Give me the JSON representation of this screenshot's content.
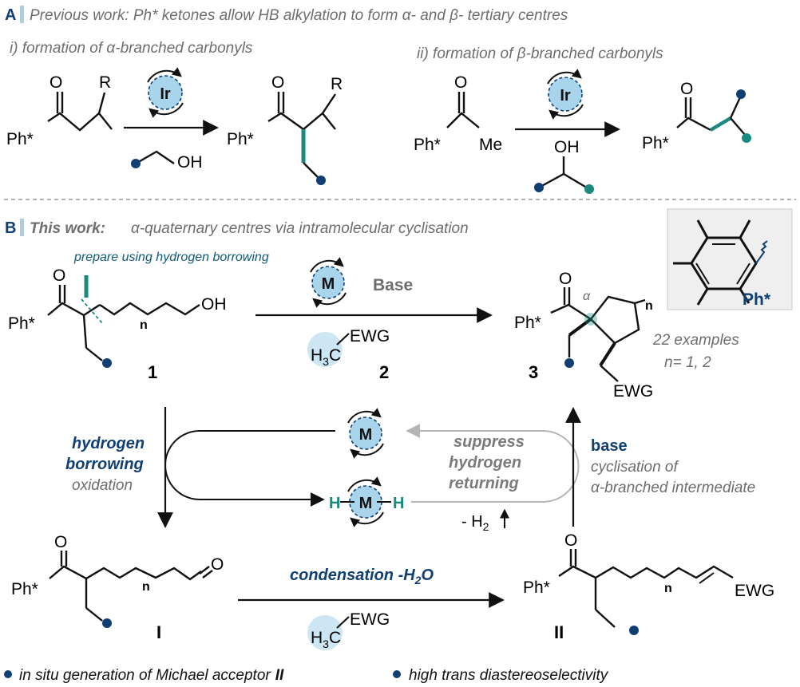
{
  "colors": {
    "navy": "#0f3f73",
    "teal": "#1a8a80",
    "gray": "#6d6d6d",
    "light_gray": "#b5b5b5",
    "circle_fill": "#a8d4ec",
    "highlight_fill": "#cce6f3",
    "section_bar": "#a9cfe4",
    "inset_bg": "#efefef"
  },
  "icons": [
    "catalyst-ir-icon",
    "catalyst-m-icon",
    "bond-dot-icon",
    "arrow-right-icon",
    "arrow-down-icon",
    "arrow-up-icon",
    "squiggle-bond-icon"
  ],
  "section_a": {
    "letter": "A",
    "title": "Previous work: Ph* ketones allow HB alkylation to form α- and β- tertiary centres",
    "left_heading": "i) formation of α-branched carbonyls",
    "right_heading": "ii) formation of β-branched carbonyls",
    "catalyst": "Ir",
    "ph": "Ph*",
    "o": "O",
    "r": "R",
    "me": "Me",
    "oh": "OH"
  },
  "section_b": {
    "letter": "B",
    "title_bold": "This work:",
    "title_rest": "α-quaternary centres via intramolecular cyclisation",
    "prepare_note": "prepare using hydrogen borrowing",
    "catalyst": "M",
    "base": "Base",
    "reagent_h3c": "H",
    "reagent_sub": "3",
    "reagent_c": "C",
    "ewg": "EWG",
    "n": "n",
    "alpha": "α",
    "oh": "OH",
    "o": "O",
    "ph": "Ph*",
    "h": "H",
    "label_1": "1",
    "label_2": "2",
    "label_3": "3",
    "label_I": "I",
    "label_II": "II",
    "examples": "22 examples",
    "n_values": "n= 1, 2",
    "hb_line1": "hydrogen",
    "hb_line2": "borrowing",
    "hb_line3": "oxidation",
    "suppress_1": "suppress",
    "suppress_2": "hydrogen",
    "suppress_3": "returning",
    "h2_text": "- H",
    "h2_sub": "2",
    "base_label": "base",
    "cyclisation_1": "cyclisation of",
    "cyclisation_2": "α-branched intermediate",
    "condensation": "condensation -H",
    "condensation_sub": "2",
    "condensation_tail": "O",
    "inset_label": "Ph*"
  },
  "footer": {
    "note_1": "in situ generation of Michael acceptor",
    "note_1_bold": "II",
    "note_2": "high trans diastereoselectivity"
  }
}
